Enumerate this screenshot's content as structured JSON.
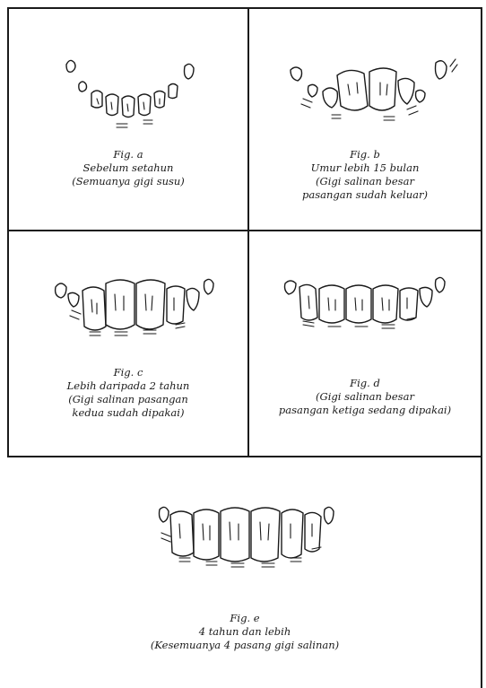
{
  "panels": {
    "a": {
      "fig": "Fig. a",
      "line1": "Sebelum setahun",
      "line2": "(Semuanya gigi susu)"
    },
    "b": {
      "fig": "Fig. b",
      "line1": "Umur lebih 15 bulan",
      "line2": "(Gigi salinan besar",
      "line3": "pasangan sudah keluar)"
    },
    "c": {
      "fig": "Fig. c",
      "line1": "Lebih daripada 2 tahun",
      "line2": "(Gigi salinan pasangan",
      "line3": "kedua sudah dipakai)"
    },
    "d": {
      "fig": "Fig. d",
      "line1": "(Gigi salinan besar",
      "line2": "pasangan ketiga sedang dipakai)"
    },
    "e": {
      "fig": "Fig. e",
      "line1": "4 tahun dan lebih",
      "line2": "(Kesemuanya 4 pasang gigi salinan)"
    }
  },
  "colors": {
    "ink": "#1a1a1a",
    "paper": "#ffffff"
  }
}
